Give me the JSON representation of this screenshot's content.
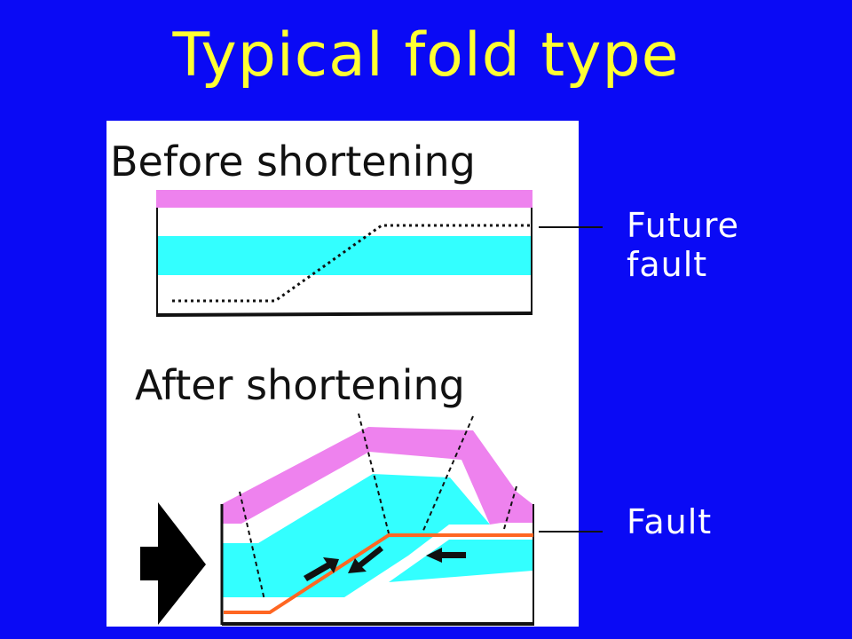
{
  "slide": {
    "title": "Typical fold type"
  },
  "diagram": {
    "before_heading": "Before shortening",
    "after_heading": "After shortening"
  },
  "labels": {
    "future_fault_line1": "Future",
    "future_fault_line2": "fault",
    "fault": "Fault"
  },
  "colors": {
    "background": "#0a0af5",
    "title": "#ffff33",
    "top_layer": "#ee82ee",
    "middle_layer": "#33ffff",
    "fault_line": "#ff6622",
    "label_text": "#ffffff"
  }
}
